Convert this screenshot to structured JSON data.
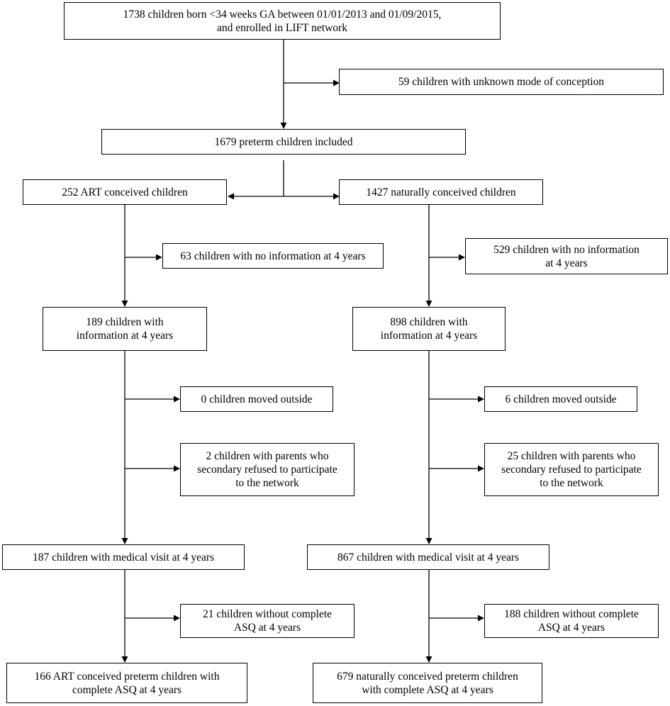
{
  "diagram": {
    "nodes": {
      "total": "1738 children born <34 weeks GA between 01/01/2013 and 01/09/2015,\nand enrolled in LIFT network",
      "unknown_conception": "59 children with unknown mode of conception",
      "preterm_included": "1679 preterm children included",
      "art_conceived": "252 ART conceived children",
      "natural_conceived": "1427 naturally conceived children",
      "art_no_info": "63 children with no information at 4 years",
      "nat_no_info": "529 children with no information\nat 4 years",
      "art_info": "189 children with\ninformation  at 4 years",
      "nat_info": "898 children with\ninformation at 4 years",
      "art_moved": "0 children moved outside",
      "nat_moved": "6 children moved outside",
      "art_refused": "2 children with parents who\nsecondary refused to participate\nto the network",
      "nat_refused": "25 children with parents who\nsecondary refused to participate\nto the network",
      "art_visit": "187 children with medical visit at 4 years",
      "nat_visit": "867 children with medical visit at 4 years",
      "art_no_asq": "21 children without complete\nASQ at 4 years",
      "nat_no_asq": "188 children without complete\nASQ at 4 years",
      "art_final": "166 ART conceived preterm children with\ncomplete ASQ at 4 years",
      "nat_final": "679 naturally conceived preterm children\nwith complete ASQ at 4 years"
    }
  }
}
